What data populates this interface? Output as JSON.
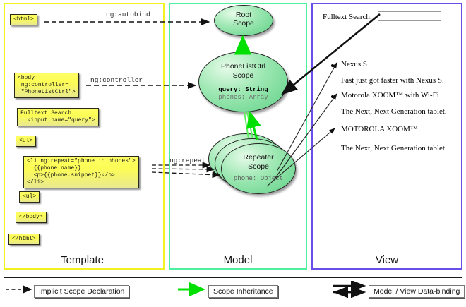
{
  "panels": {
    "template": {
      "label": "Template",
      "border_color": "#f2f21e"
    },
    "model": {
      "label": "Model",
      "border_color": "#4ef0a0"
    },
    "view": {
      "label": "View",
      "border_color": "#6a4ee8"
    }
  },
  "template_code": {
    "html_open": "<html>",
    "body_open": "<body\n ng:controller=\n \"PhoneListCtrl\">",
    "search": "Fulltext Search:\n  <input name=\"query\">",
    "ul_open": "<ul>",
    "li_repeat": "<li ng:repeat=\"phone in phones\">\n  {{phone.name}}\n  <p>{{phone.snippet}}</p>\n</li>",
    "ul_close": "<ul>",
    "body_close": "</body>",
    "html_close": "</html>"
  },
  "edges": {
    "autobind": "ng:autobind",
    "controller": "ng:controller",
    "repeat": "ng:repeat"
  },
  "model": {
    "root_scope": {
      "title_line1": "Root",
      "title_line2": "Scope"
    },
    "ctrl_scope": {
      "title_line1": "PhoneListCtrl",
      "title_line2": "Scope",
      "var_query": "query: String",
      "var_phones": "phones: Array"
    },
    "repeater_scope": {
      "title_line1": "Repeater",
      "title_line2": "Scope",
      "var_phone": "phone: Object",
      "stack_count": 3
    }
  },
  "view": {
    "fulltext_label": "Fulltext Search:",
    "search_value": "",
    "search_placeholder": "",
    "items": [
      {
        "name": "Nexus S",
        "desc": "Fast just got faster with Nexus S."
      },
      {
        "name": "Motorola XOOM™  with Wi-Fi",
        "desc": "The Next, Next Generation tablet."
      },
      {
        "name": "MOTOROLA XOOM™",
        "desc": "The Next, Next Generation tablet."
      }
    ]
  },
  "legend": {
    "items": [
      {
        "label": "Implicit Scope Declaration",
        "style": "dashed-arrow",
        "color": "#000000"
      },
      {
        "label": "Scope Inheritance",
        "style": "green-arrow",
        "color": "#00e000"
      },
      {
        "label": "Model / View Data-binding",
        "style": "double-arrow",
        "color": "#000000"
      }
    ]
  },
  "colors": {
    "yellow_box": "#ffff66",
    "green_scope": "#5fd186",
    "inheritance_green": "#00e000",
    "template_border": "#f2f21e",
    "model_border": "#4ef0a0",
    "view_border": "#6a4ee8"
  }
}
